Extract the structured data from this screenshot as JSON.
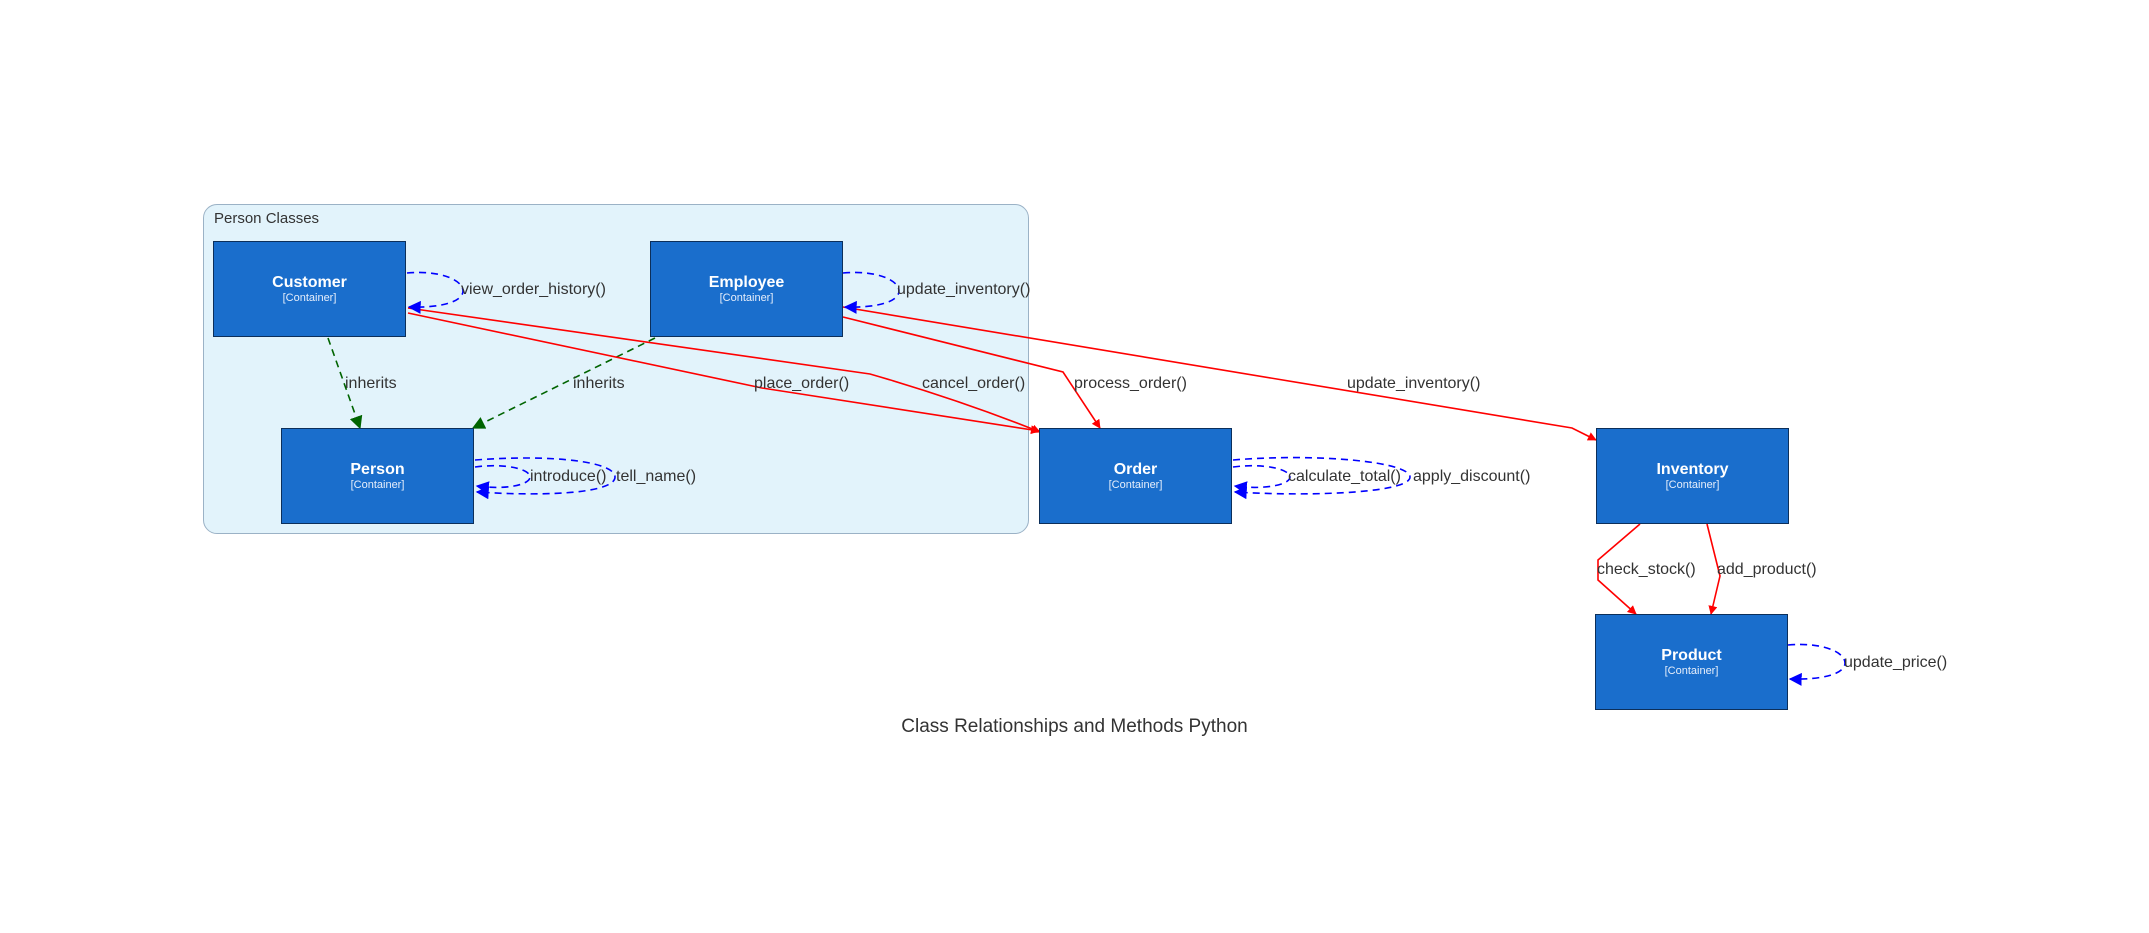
{
  "cluster": {
    "label": "Person Classes"
  },
  "nodes": {
    "customer": {
      "title": "Customer",
      "type": "[Container]"
    },
    "employee": {
      "title": "Employee",
      "type": "[Container]"
    },
    "person": {
      "title": "Person",
      "type": "[Container]"
    },
    "order": {
      "title": "Order",
      "type": "[Container]"
    },
    "inventory": {
      "title": "Inventory",
      "type": "[Container]"
    },
    "product": {
      "title": "Product",
      "type": "[Container]"
    }
  },
  "edges": {
    "customer_inherits": "inherits",
    "employee_inherits": "inherits",
    "view_order_history": "view_order_history()",
    "update_inventory_self": "update_inventory()",
    "place_order": "place_order()",
    "cancel_order": "cancel_order()",
    "process_order": "process_order()",
    "update_inventory": "update_inventory()",
    "introduce": "introduce()",
    "tell_name": "tell_name()",
    "calculate_total": "calculate_total()",
    "apply_discount": "apply_discount()",
    "check_stock": "check_stock()",
    "add_product": "add_product()",
    "update_price": "update_price()"
  },
  "colors": {
    "node_fill": "#1a6ecc",
    "cluster_fill": "#e2f3fb",
    "inherit_edge": "#006400",
    "call_edge": "#ff0000",
    "self_edge": "#0000ff"
  },
  "caption": "Class Relationships and Methods Python"
}
